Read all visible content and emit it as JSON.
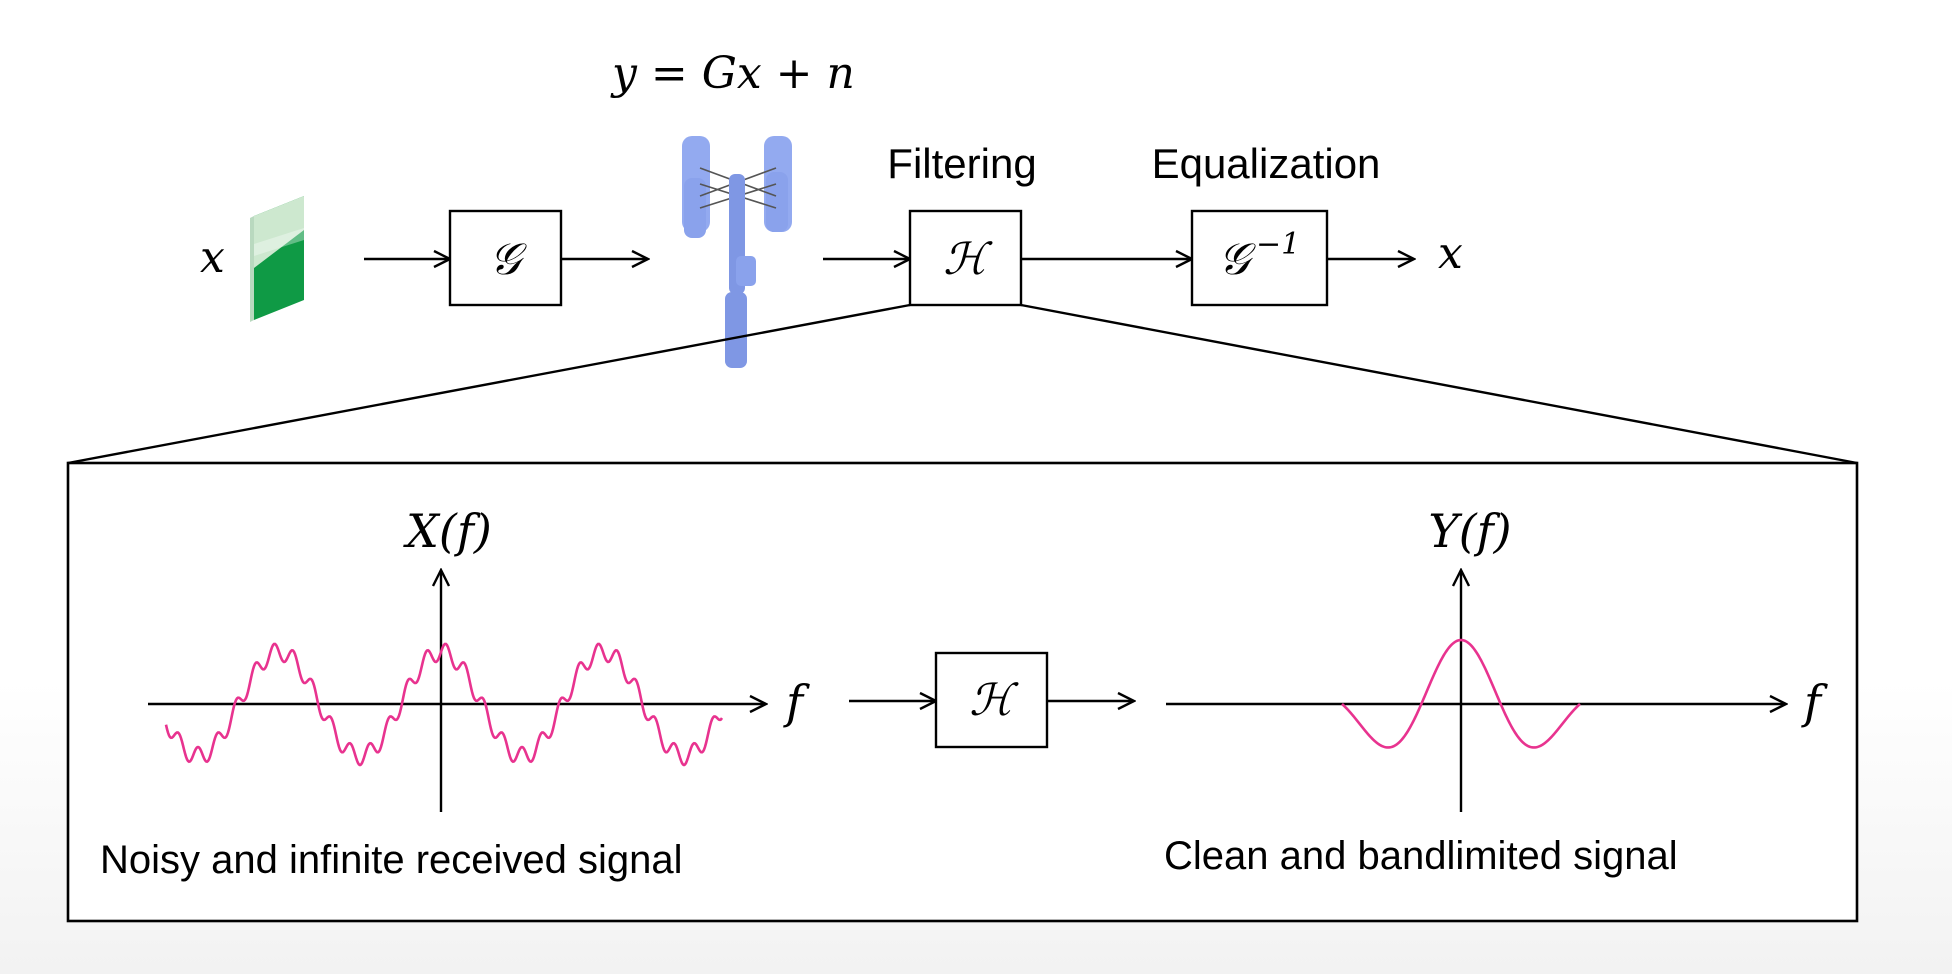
{
  "pipeline": {
    "input_symbol": "x",
    "channel_block": "𝒢",
    "channel_equation": "y = Gx + n",
    "filtering_label": "Filtering",
    "filter_block": "ℋ",
    "equalization_label": "Equalization",
    "equalizer_block": "𝒢",
    "equalizer_exponent": "−1",
    "output_symbol": "x"
  },
  "detail": {
    "left_axis_label": "X(f)",
    "left_freq_label": "f",
    "left_caption": "Noisy and infinite received signal",
    "filter_block": "ℋ",
    "right_axis_label": "Y(f)",
    "right_freq_label": "f",
    "right_caption": "Clean and bandlimited signal"
  },
  "colors": {
    "signal": "#e8338f",
    "ink": "#000000",
    "antenna": "#8fa7ef",
    "antenna_dark": "#7b93e0",
    "transmitter_green": "#13a14a",
    "transmitter_light": "#c9e7cd"
  },
  "icons": {
    "transmitter": "transmitter-device-icon",
    "antenna": "cell-tower-icon"
  }
}
